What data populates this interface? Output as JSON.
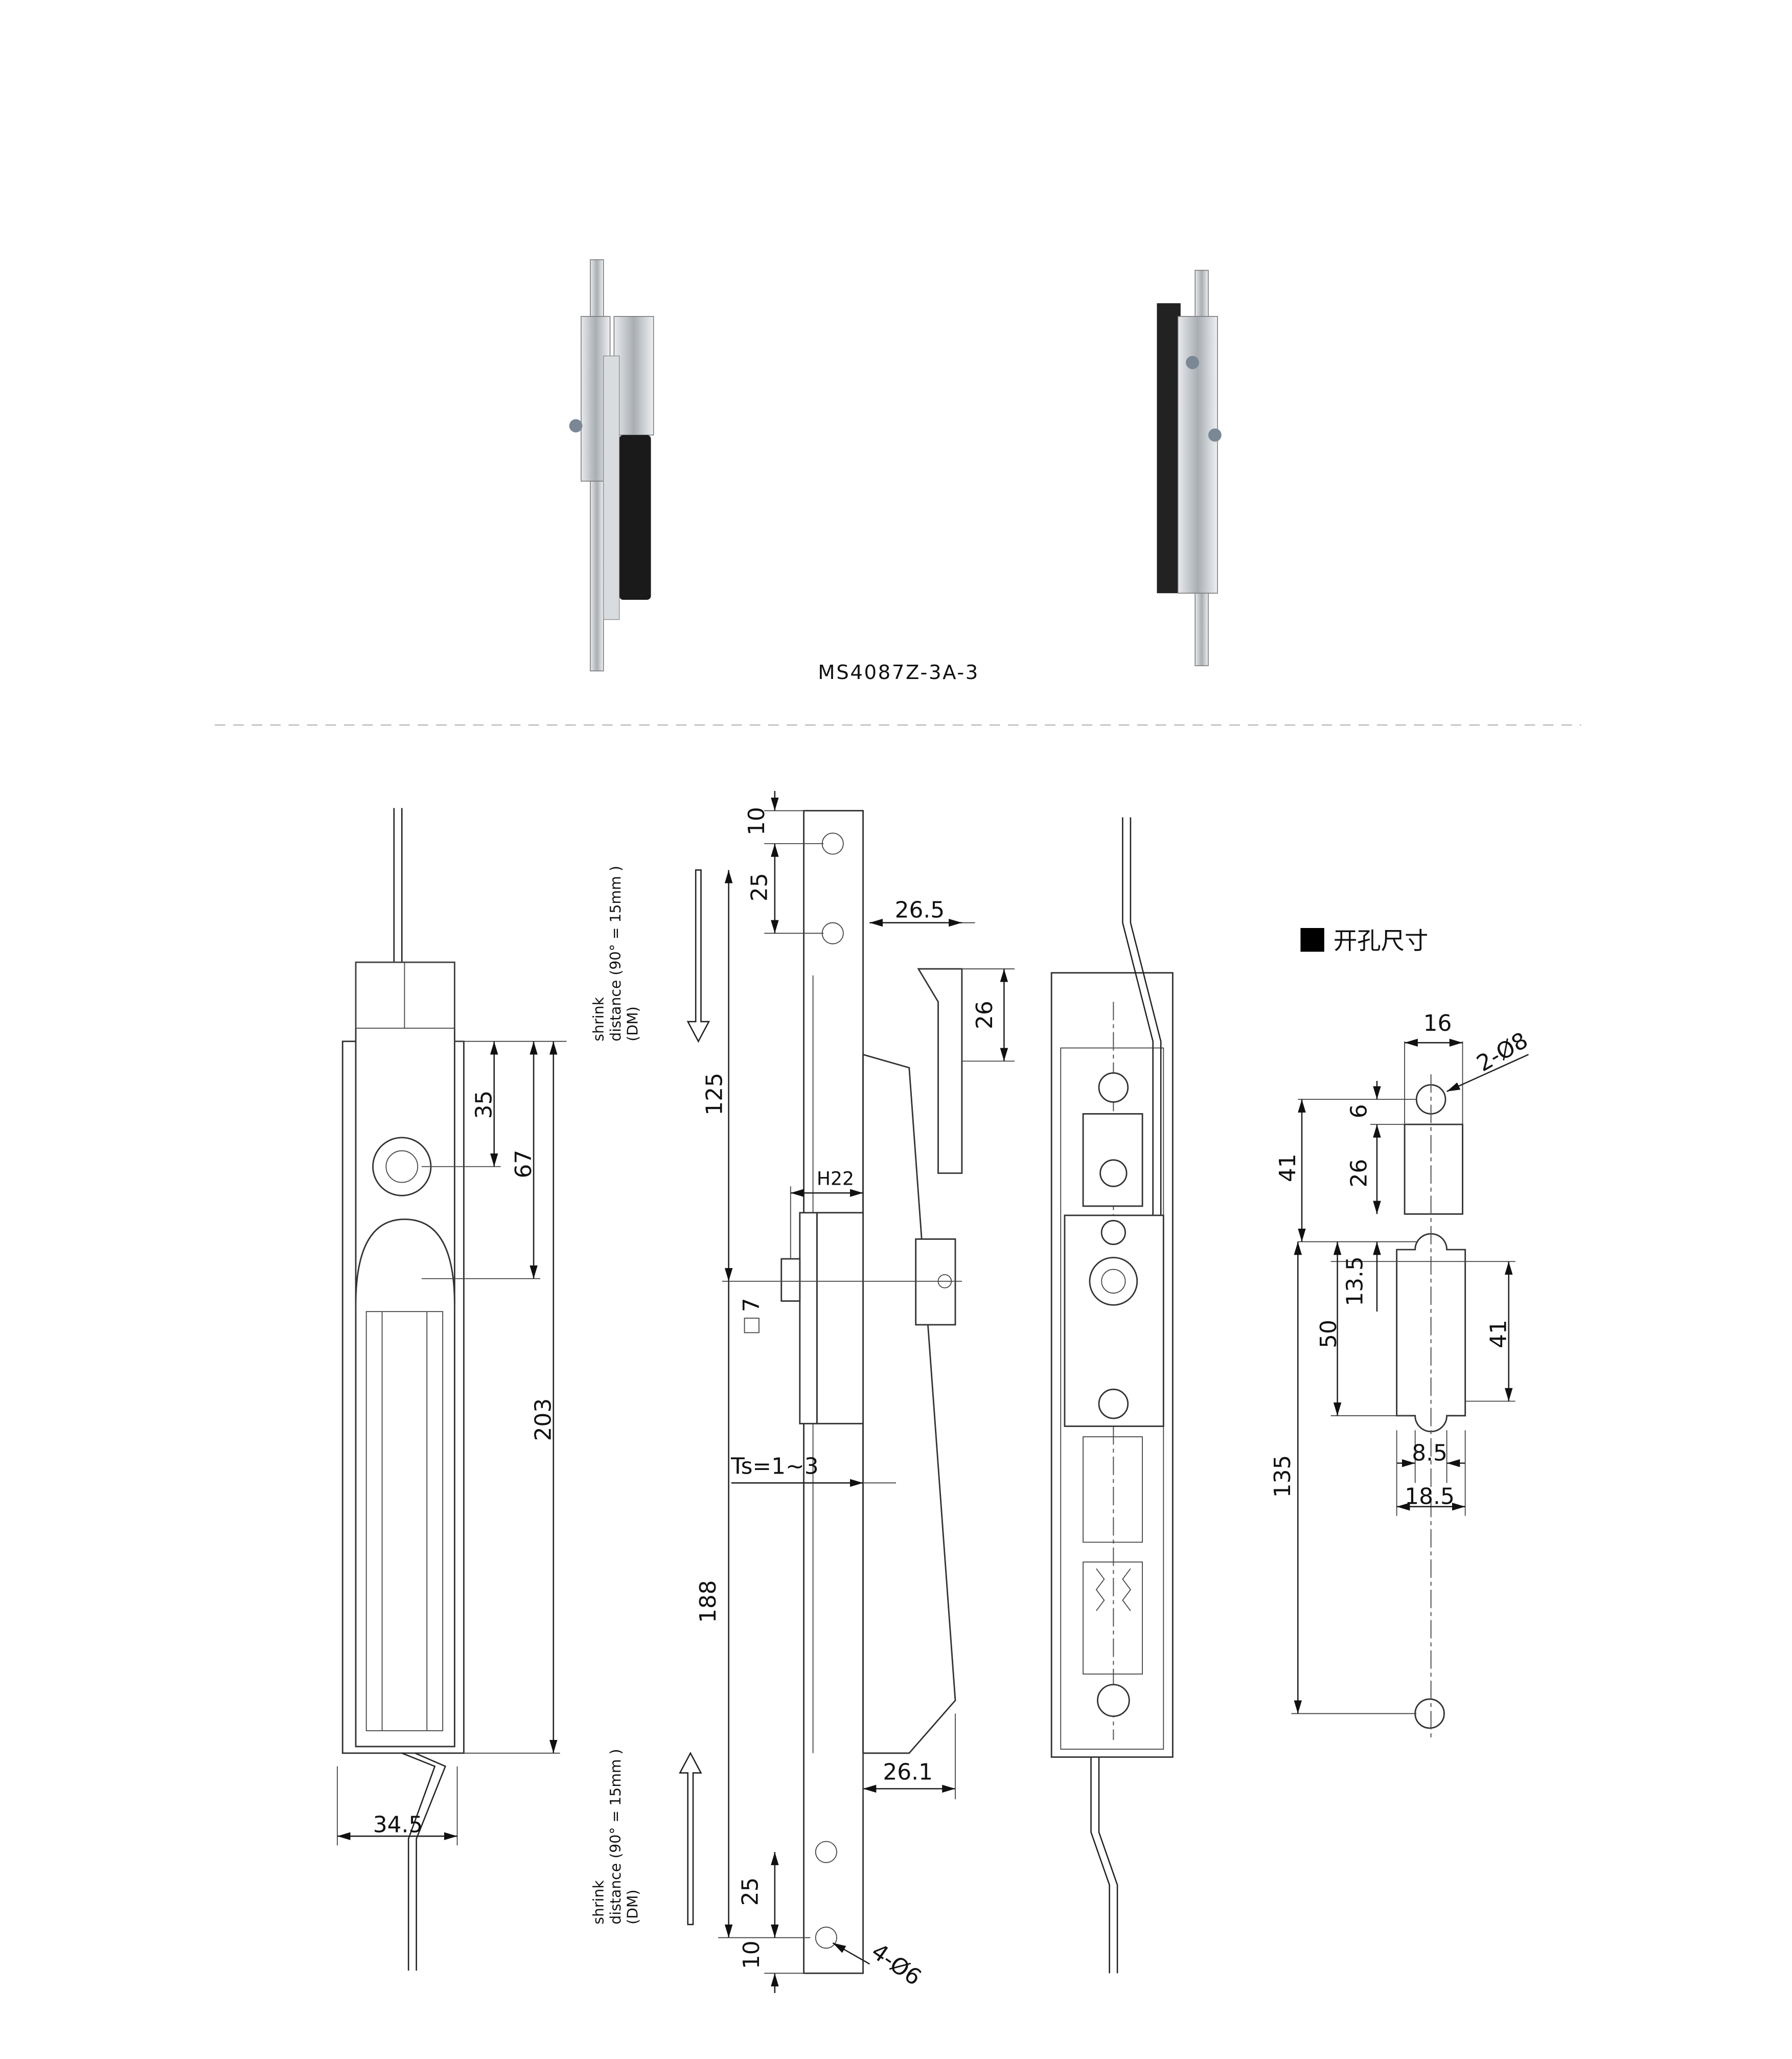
{
  "product": {
    "model": "MS4087Z-3A-3"
  },
  "front_view": {
    "dims": {
      "d35": "35",
      "d67": "67",
      "d203": "203",
      "w34_5": "34.5"
    }
  },
  "shrink_note": {
    "line1": "shrink",
    "line2": "distance (90° = 15mm )",
    "line3": "(DM)"
  },
  "side_view": {
    "dims": {
      "top10": "10",
      "top25": "25",
      "d26_5": "26.5",
      "d26": "26",
      "d125": "125",
      "h22": "H22",
      "sq7": "7",
      "ts": "Ts=1~3",
      "d188": "188",
      "d26_1": "26.1",
      "bot25": "25",
      "bot10": "10",
      "holes": "4-Ø6"
    }
  },
  "cutout": {
    "title": "开孔尺寸",
    "dims": {
      "w16": "16",
      "holes": "2-Ø8",
      "d6": "6",
      "d26": "26",
      "d41a": "41",
      "d13_5": "13.5",
      "d50": "50",
      "d41b": "41",
      "d135": "135",
      "d8_5": "8.5",
      "d18_5": "18.5"
    }
  },
  "colors": {
    "line": "#222222",
    "handle": "#1a1a1a",
    "metal": "#c8ccd0"
  }
}
